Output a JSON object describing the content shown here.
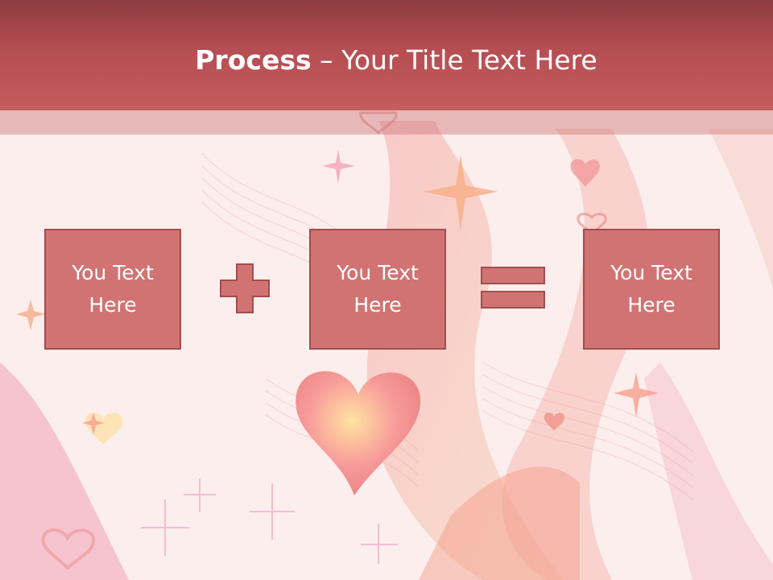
{
  "header": {
    "title_bold": "Process",
    "title_rest": " – Your Title Text Here"
  },
  "boxes": [
    {
      "label": "You Text Here"
    },
    {
      "label": "You Text Here"
    },
    {
      "label": "You Text Here"
    }
  ],
  "operators": [
    "plus",
    "equals"
  ],
  "colors": {
    "header": "#b54e52",
    "box_fill": "#d17373",
    "box_border": "#a34d4f",
    "background": "#fbeeed"
  }
}
